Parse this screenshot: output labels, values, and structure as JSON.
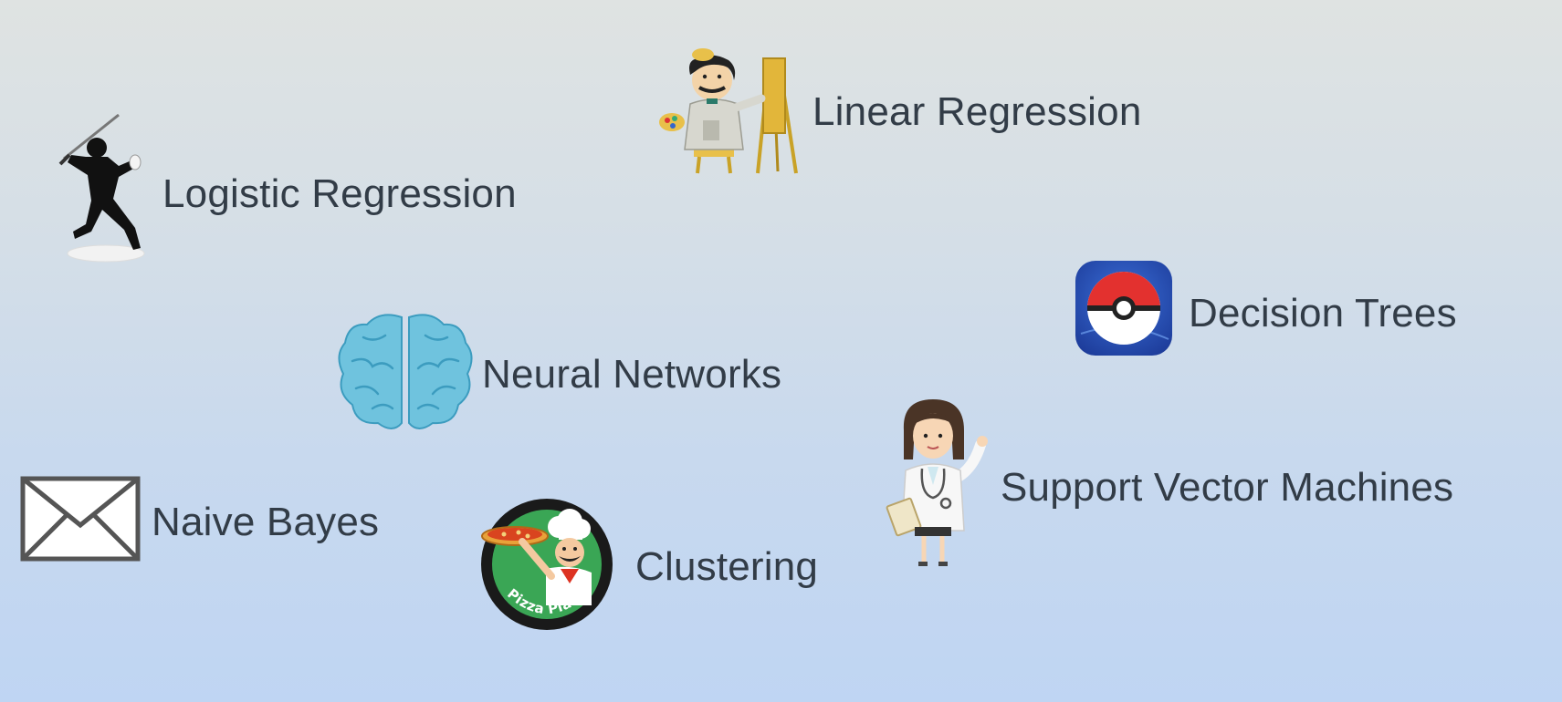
{
  "items": [
    {
      "label": "Linear Regression",
      "icon": "painter-icon"
    },
    {
      "label": "Logistic Regression",
      "icon": "ninja-icon"
    },
    {
      "label": "Decision Trees",
      "icon": "pokeball-icon"
    },
    {
      "label": "Neural Networks",
      "icon": "brain-icon"
    },
    {
      "label": "Support Vector Machines",
      "icon": "doctor-icon"
    },
    {
      "label": "Naive Bayes",
      "icon": "envelope-icon"
    },
    {
      "label": "Clustering",
      "icon": "pizza-chef-icon"
    }
  ],
  "pizza_badge_text": "Pizza Place",
  "colors": {
    "text": "#323c47",
    "brain": "#6fc3de",
    "pokeball_red": "#e3312f",
    "pokeball_bg": "#2a4fb8"
  }
}
